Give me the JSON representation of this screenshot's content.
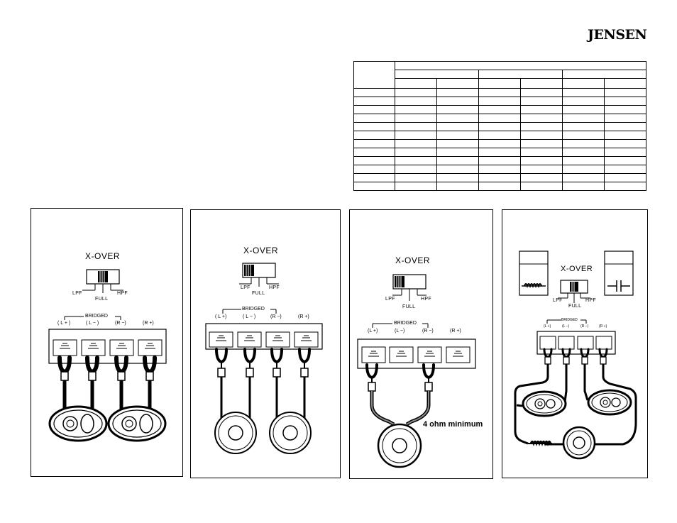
{
  "brand": {
    "logo_text": "JENSEN"
  },
  "panels": [
    {
      "xover_title": "X-OVER",
      "lpf": "LPF",
      "full": "FULL",
      "hpf": "HPF",
      "bridged": "BRIDGED",
      "terms": [
        "( L + )",
        "( L − )",
        "(R −)",
        "(R +)"
      ]
    },
    {
      "xover_title": "X-OVER",
      "lpf": "LPF",
      "full": "FULL",
      "hpf": "HPF",
      "bridged": "BRIDGED",
      "terms": [
        "( L +)",
        "( L − )",
        "(R −)",
        "(R +)"
      ]
    },
    {
      "xover_title": "X-OVER",
      "lpf": "LPF",
      "full": "FULL",
      "hpf": "HPF",
      "bridged": "BRIDGED",
      "terms": [
        "(L +)",
        "(L −)",
        "(R −)",
        "(R +)"
      ],
      "note": "4 ohm minimum"
    },
    {
      "xover_title": "X-OVER",
      "lpf": "LPF",
      "full": "FULL",
      "hpf": "HPF",
      "bridged": "BRIDGED",
      "terms": [
        "(L +)",
        "(L −)",
        "(R −)",
        "(R +)"
      ]
    }
  ]
}
